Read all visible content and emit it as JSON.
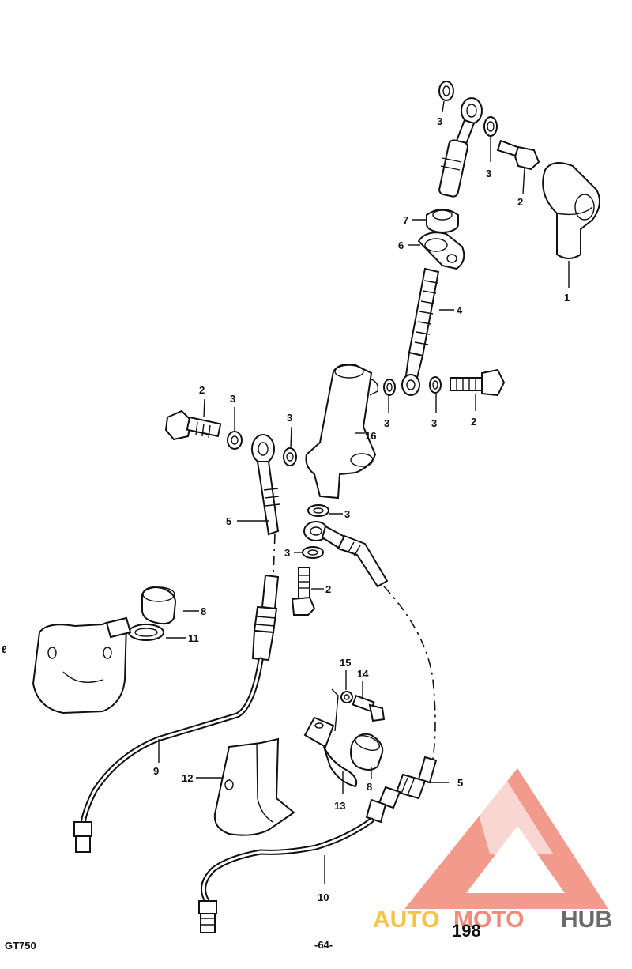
{
  "diagram": {
    "model_code": "GT750",
    "page_label": "-64-",
    "plate_number": "198",
    "watermark": {
      "auto": "AUTO",
      "moto": "MOTO",
      "hub": "HUB",
      "colors": {
        "auto": "#f5c24a",
        "moto": "#f08a7a",
        "hub": "#6a6a6a",
        "logo": "#f08a7a"
      }
    },
    "callouts": {
      "c1": "1",
      "c2a": "2",
      "c3a": "3",
      "c3b": "3",
      "c7": "7",
      "c6": "6",
      "c4": "4",
      "c2b": "2",
      "c3c": "3",
      "c3d": "3",
      "c16": "16",
      "c2c": "2",
      "c3e": "3",
      "c3f": "3",
      "c5a": "5",
      "c3g": "3",
      "c3h": "3",
      "c2d": "2",
      "c8a": "8",
      "c11": "11",
      "c9": "9",
      "c12": "12",
      "c15": "15",
      "c14": "14",
      "c13": "13",
      "c8b": "8",
      "c5b": "5",
      "c10": "10"
    }
  }
}
